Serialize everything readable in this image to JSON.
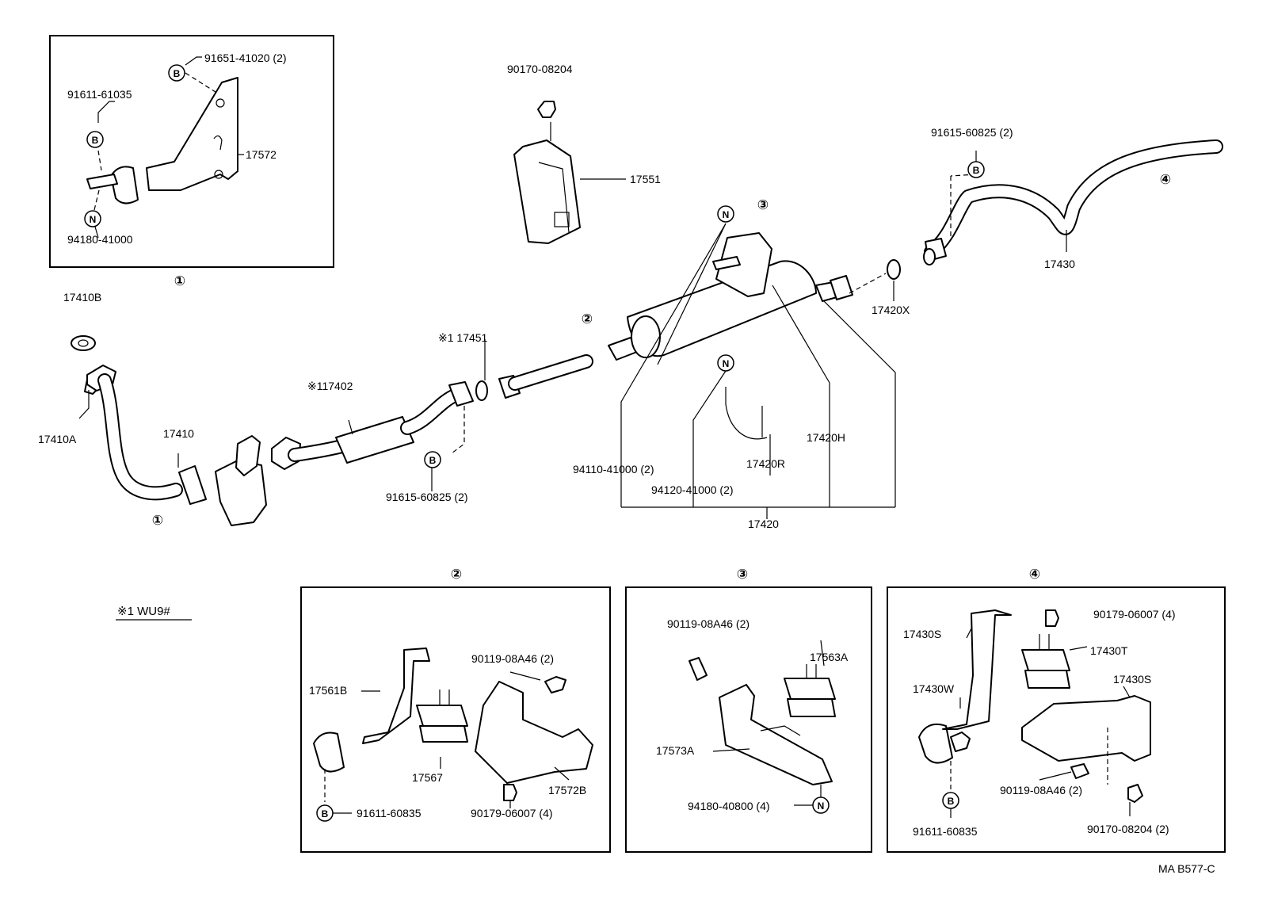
{
  "callouts": {
    "c1": "①",
    "c2": "②",
    "c3": "③",
    "c4": "④"
  },
  "letters": {
    "b": "B",
    "n": "N"
  },
  "labels": {
    "p_91651_41020": "91651-41020 (2)",
    "p_91611_61035": "91611-61035",
    "p_17572": "17572",
    "p_94180_41000": "94180-41000",
    "p_90170_08204_top": "90170-08204",
    "p_17551": "17551",
    "p_91615_60825_top": "91615-60825 (2)",
    "p_17430": "17430",
    "p_17410B": "17410B",
    "p_17410A": "17410A",
    "p_17410": "17410",
    "p_117402": "※117402",
    "p_17451": "※1 17451",
    "p_91615_60825_mid": "91615-60825 (2)",
    "p_17420X": "17420X",
    "p_17420H": "17420H",
    "p_94110_41000": "94110-41000 (2)",
    "p_94120_41000": "94120-41000 (2)",
    "p_17420R": "17420R",
    "p_17420": "17420",
    "note_wu9": "※1 WU9#",
    "p_17561B": "17561B",
    "p_90119_08A46_b2": "90119-08A46 (2)",
    "p_17567": "17567",
    "p_17572B": "17572B",
    "p_91611_60835_b2": "91611-60835",
    "p_90179_06007_b2": "90179-06007 (4)",
    "p_90119_08A46_b3": "90119-08A46 (2)",
    "p_17563A": "17563A",
    "p_17573A": "17573A",
    "p_94180_40800": "94180-40800 (4)",
    "p_17430S_a": "17430S",
    "p_90179_06007_b4": "90179-06007 (4)",
    "p_17430T": "17430T",
    "p_17430W": "17430W",
    "p_17430S_b": "17430S",
    "p_90119_08A46_b4": "90119-08A46 (2)",
    "p_91611_60835_b4": "91611-60835",
    "p_90170_08204_b4": "90170-08204 (2)",
    "drawing_code": "MA B577-C"
  },
  "colors": {
    "ink": "#000000",
    "paper": "#ffffff"
  }
}
